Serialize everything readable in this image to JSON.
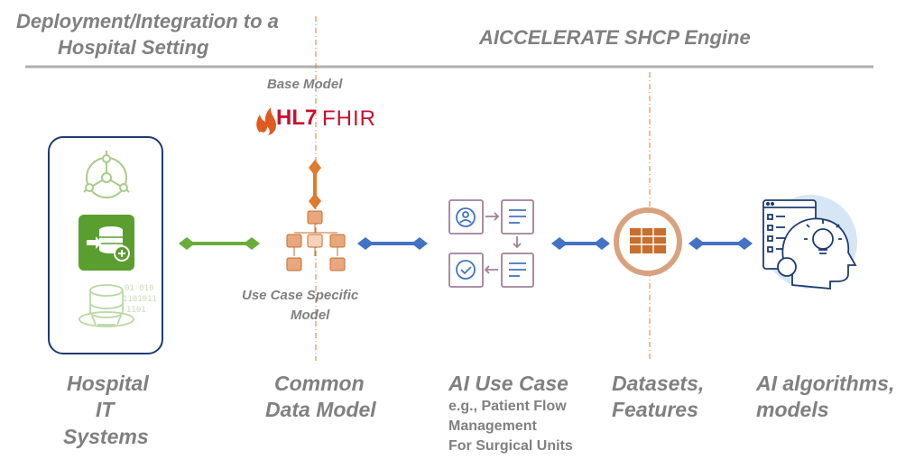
{
  "headings": {
    "left_line1": "Deployment/Integration to a",
    "left_line2": "Hospital Setting",
    "right": "AICCELERATE SHCP Engine"
  },
  "base_model": {
    "label": "Base Model",
    "logo_hl7": "HL7",
    "logo_fhir": "FHIR"
  },
  "use_case_model": {
    "line1": "Use Case Specific",
    "line2": "Model"
  },
  "columns": [
    {
      "lines": [
        "Hospital",
        "IT",
        "Systems"
      ]
    },
    {
      "lines": [
        "Common",
        "Data Model"
      ]
    },
    {
      "title": "AI Use Case",
      "detail": [
        "e.g., Patient Flow",
        "Management",
        "For Surgical Units"
      ]
    },
    {
      "lines": [
        "Datasets,",
        "Features"
      ]
    },
    {
      "lines": [
        "AI algorithms,",
        "models"
      ]
    }
  ],
  "icons": {
    "hospital": [
      "network-hub-icon",
      "database-add-icon",
      "data-stack-icon"
    ],
    "cdm": "data-model-tree-icon",
    "use_case": [
      "user-screen-icon",
      "document-list-icon",
      "check-screen-icon",
      "document-list-icon"
    ],
    "datasets": "table-circle-icon",
    "ai": "ai-head-lightbulb-icon"
  },
  "colors": {
    "green": "#6aac3b",
    "blue": "#4472c4",
    "orange": "#e07a2e",
    "peach": "#e8a77c",
    "navy": "#1f3b73",
    "mauve": "#a0809a",
    "grey_text": "#808080"
  }
}
